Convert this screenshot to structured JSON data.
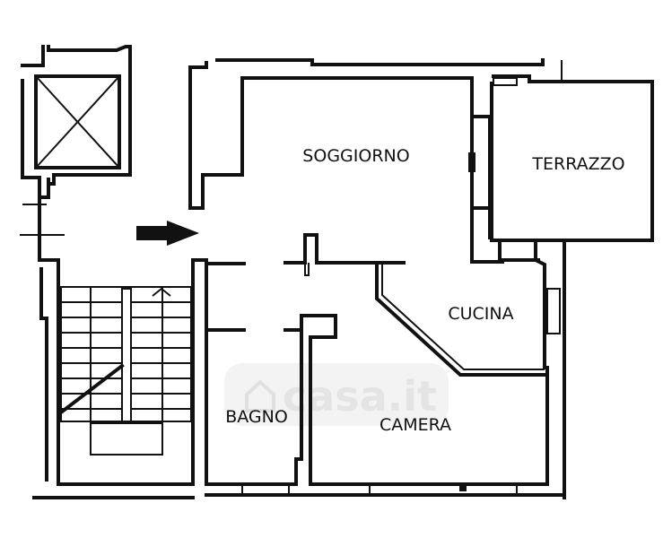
{
  "floorplan": {
    "rooms": [
      {
        "id": "soggiorno",
        "label": "SOGGIORNO"
      },
      {
        "id": "terrazzo",
        "label": "TERRAZZO"
      },
      {
        "id": "cucina",
        "label": "CUCINA"
      },
      {
        "id": "bagno",
        "label": "BAGNO"
      },
      {
        "id": "camera",
        "label": "CAMERA"
      }
    ],
    "watermark": "casa.it",
    "entrance_icon": "arrow-right-icon",
    "colors": {
      "ink": "#111111",
      "background": "#ffffff",
      "watermark": "#e4e4e4"
    }
  }
}
